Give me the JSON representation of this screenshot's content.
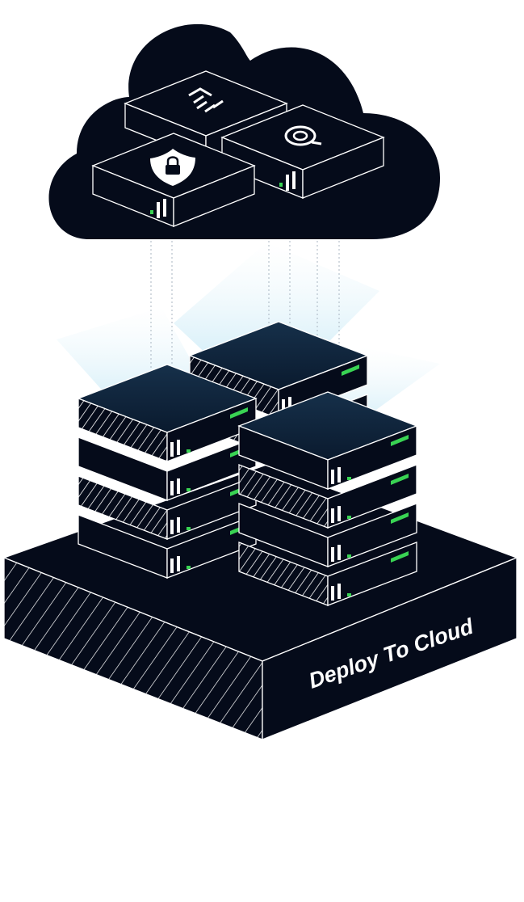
{
  "illustration": {
    "platform_label": "Deploy To Cloud",
    "cloud_services": [
      {
        "icon": "chart-arrow-icon"
      },
      {
        "icon": "shield-lock-icon"
      },
      {
        "icon": "target-icon"
      }
    ],
    "server_stacks": [
      {
        "name": "left-stack",
        "units": 4
      },
      {
        "name": "back-stack",
        "units": 2
      },
      {
        "name": "right-stack",
        "units": 4
      }
    ],
    "colors": {
      "dark": "#050b1a",
      "line": "#ffffff",
      "accent": "#39d353",
      "glow": "#bfe6f5"
    }
  }
}
